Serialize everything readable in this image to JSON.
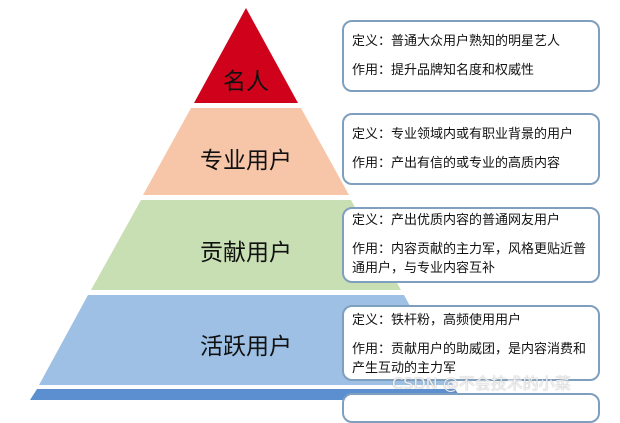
{
  "levels": [
    {
      "name": "名人",
      "color": "#d0021b",
      "definition": "定义：普通大众用户熟知的明星艺人",
      "role": "作用：提升品牌知名度和权威性"
    },
    {
      "name": "专业用户",
      "color": "#f7c6a8",
      "definition": "定义：专业领域内或有职业背景的用户",
      "role": "作用：产出有信的或专业的高质内容"
    },
    {
      "name": "贡献用户",
      "color": "#c8dfb4",
      "definition": "定义：产出优质内容的普通网友用户",
      "role": "作用：内容贡献的主力军，风格更贴近普通用户，与专业内容互补"
    },
    {
      "name": "活跃用户",
      "color": "#9dc0e4",
      "definition": "定义：铁杆粉，高频使用用户",
      "role": "作用：贡献用户的助威团，是内容消费和产生互动的主力军"
    }
  ],
  "base_color": "#5b8fcf",
  "watermark": "CSDN @不会技术的小菜"
}
